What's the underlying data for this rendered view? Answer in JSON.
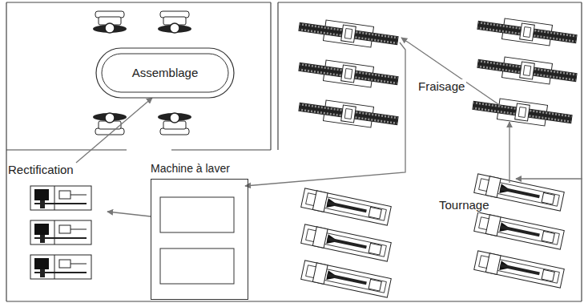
{
  "diagram": {
    "nodes": [
      {
        "text": [
          "Assemblage"
        ]
      },
      {
        "text": [
          "Machine à laver"
        ]
      },
      {
        "text": [
          "Rectification"
        ]
      }
    ],
    "edges": [
      {
        "from": 1,
        "to": 2,
        "arrow": "to"
      },
      {
        "from": 2,
        "to": 0,
        "arrow": "to"
      }
    ],
    "labels": [
      "Fraisage",
      "Tournage"
    ]
  }
}
